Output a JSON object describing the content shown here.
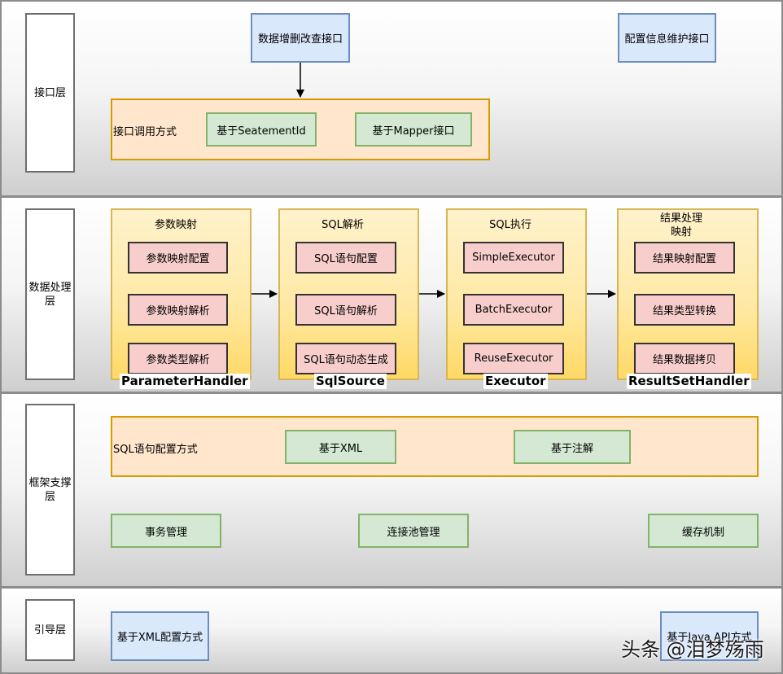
{
  "layers": {
    "interface": {
      "label": "接口层",
      "boxes": {
        "crud_api": "数据增删改查接口",
        "config_api": "配置信息维护接口"
      },
      "call_mode": {
        "label": "接口调用方式",
        "statement": "基于SeatementId",
        "mapper": "基于Mapper接口"
      }
    },
    "data": {
      "label": "数据处理层",
      "panels": [
        {
          "title": "参数映射",
          "items": [
            "参数映射配置",
            "参数映射解析",
            "参数类型解析"
          ],
          "component": "ParameterHandler"
        },
        {
          "title": "SQL解析",
          "items": [
            "SQL语句配置",
            "SQL语句解析",
            "SQL语句动态生成"
          ],
          "component": "SqlSource"
        },
        {
          "title": "SQL执行",
          "items": [
            "SimpleExecutor",
            "BatchExecutor",
            "ReuseExecutor"
          ],
          "component": "Executor"
        },
        {
          "title": "结果处理\n映射",
          "items": [
            "结果映射配置",
            "结果类型转换",
            "结果数据拷贝"
          ],
          "component": "ResultSetHandler"
        }
      ]
    },
    "framework": {
      "label": "框架支撑层",
      "sql_config": {
        "label": "SQL语句配置方式",
        "xml": "基于XML",
        "annotation": "基于注解"
      },
      "support": {
        "transaction": "事务管理",
        "pool": "连接池管理",
        "cache": "缓存机制"
      }
    },
    "boot": {
      "label": "引导层",
      "xml_config": "基于XML配置方式",
      "java_api": "基于Java API方式"
    }
  },
  "watermark": "头条 @泪梦殇雨",
  "colors": {
    "blue_fill": "#dae8fc",
    "blue_stroke": "#6c8ebf",
    "peach_fill": "#ffe6cc",
    "peach_stroke": "#d79b00",
    "green_fill": "#d5e8d4",
    "green_stroke": "#82b366",
    "yellow_fill": "#fff2cc",
    "yellow_stroke": "#d6b656",
    "red_fill": "#f8cecc"
  }
}
